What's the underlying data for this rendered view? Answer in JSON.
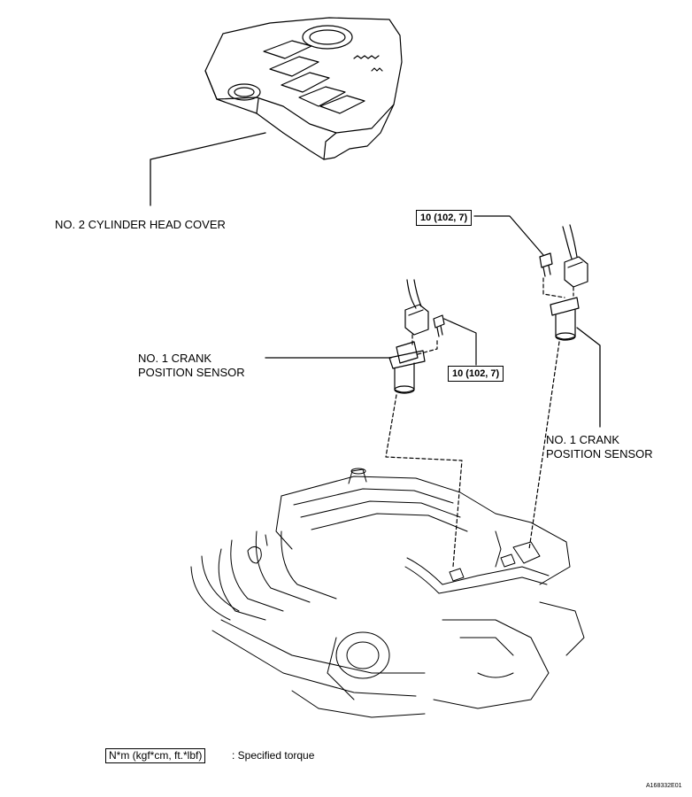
{
  "labels": {
    "head_cover": "NO. 2 CYLINDER HEAD COVER",
    "sensor_left": "NO. 1 CRANK\nPOSITION SENSOR",
    "sensor_right": "NO. 1 CRANK\nPOSITION SENSOR"
  },
  "torque": {
    "top_right": "10 (102, 7)",
    "middle": "10 (102, 7)"
  },
  "legend": {
    "unit": "N*m (kgf*cm, ft.*lbf)",
    "description": ": Specified torque"
  },
  "figure_code": "A168332E01"
}
